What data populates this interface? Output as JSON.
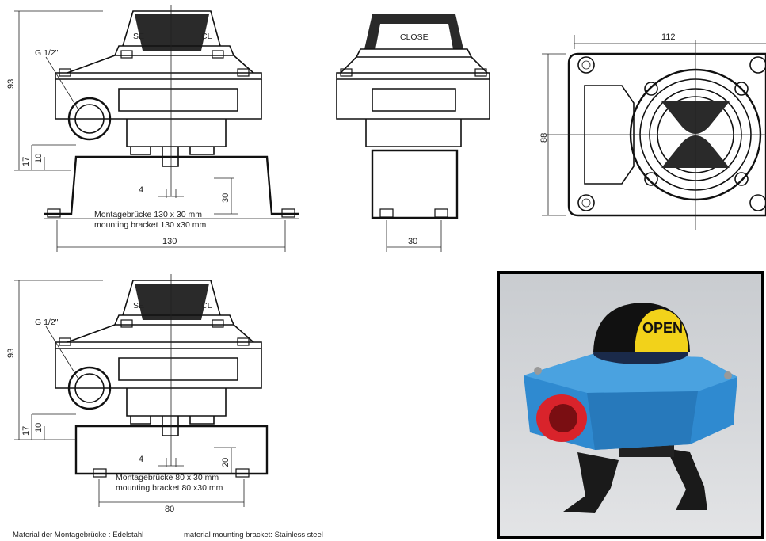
{
  "top_left_view": {
    "thread_label": "G 1/2\"",
    "dim_height": "93",
    "dim_17": "17",
    "dim_10": "10",
    "dim_4": "4",
    "dim_30": "30",
    "bracket_label_de": "Montagebrücke 130 x 30 mm",
    "bracket_label_en": "mounting bracket 130 x30 mm",
    "dim_width": "130",
    "dome_left_text": "SE",
    "dome_right_text": "CL"
  },
  "top_middle_view": {
    "dome_text": "CLOSE",
    "dim_width": "30"
  },
  "top_right_view": {
    "dim_width": "112",
    "dim_height": "88"
  },
  "bottom_left_view": {
    "thread_label": "G 1/2\"",
    "dim_height": "93",
    "dim_17": "17",
    "dim_10": "10",
    "dim_4": "4",
    "dim_20": "20",
    "bracket_label_de": "Montagebrücke 80 x 30 mm",
    "bracket_label_en": "mounting bracket 80 x30 mm",
    "dim_width": "80",
    "dome_left_text": "SE",
    "dome_right_text": "CL"
  },
  "photo": {
    "dome_text": "OPEN",
    "body_color": "#2f8ad0",
    "port_color": "#d9232b",
    "dome_color": "#f2d21a"
  },
  "footer": {
    "material_de": "Material der Montagebrücke : Edelstahl",
    "material_en": "material mounting bracket: Stainless steel"
  }
}
